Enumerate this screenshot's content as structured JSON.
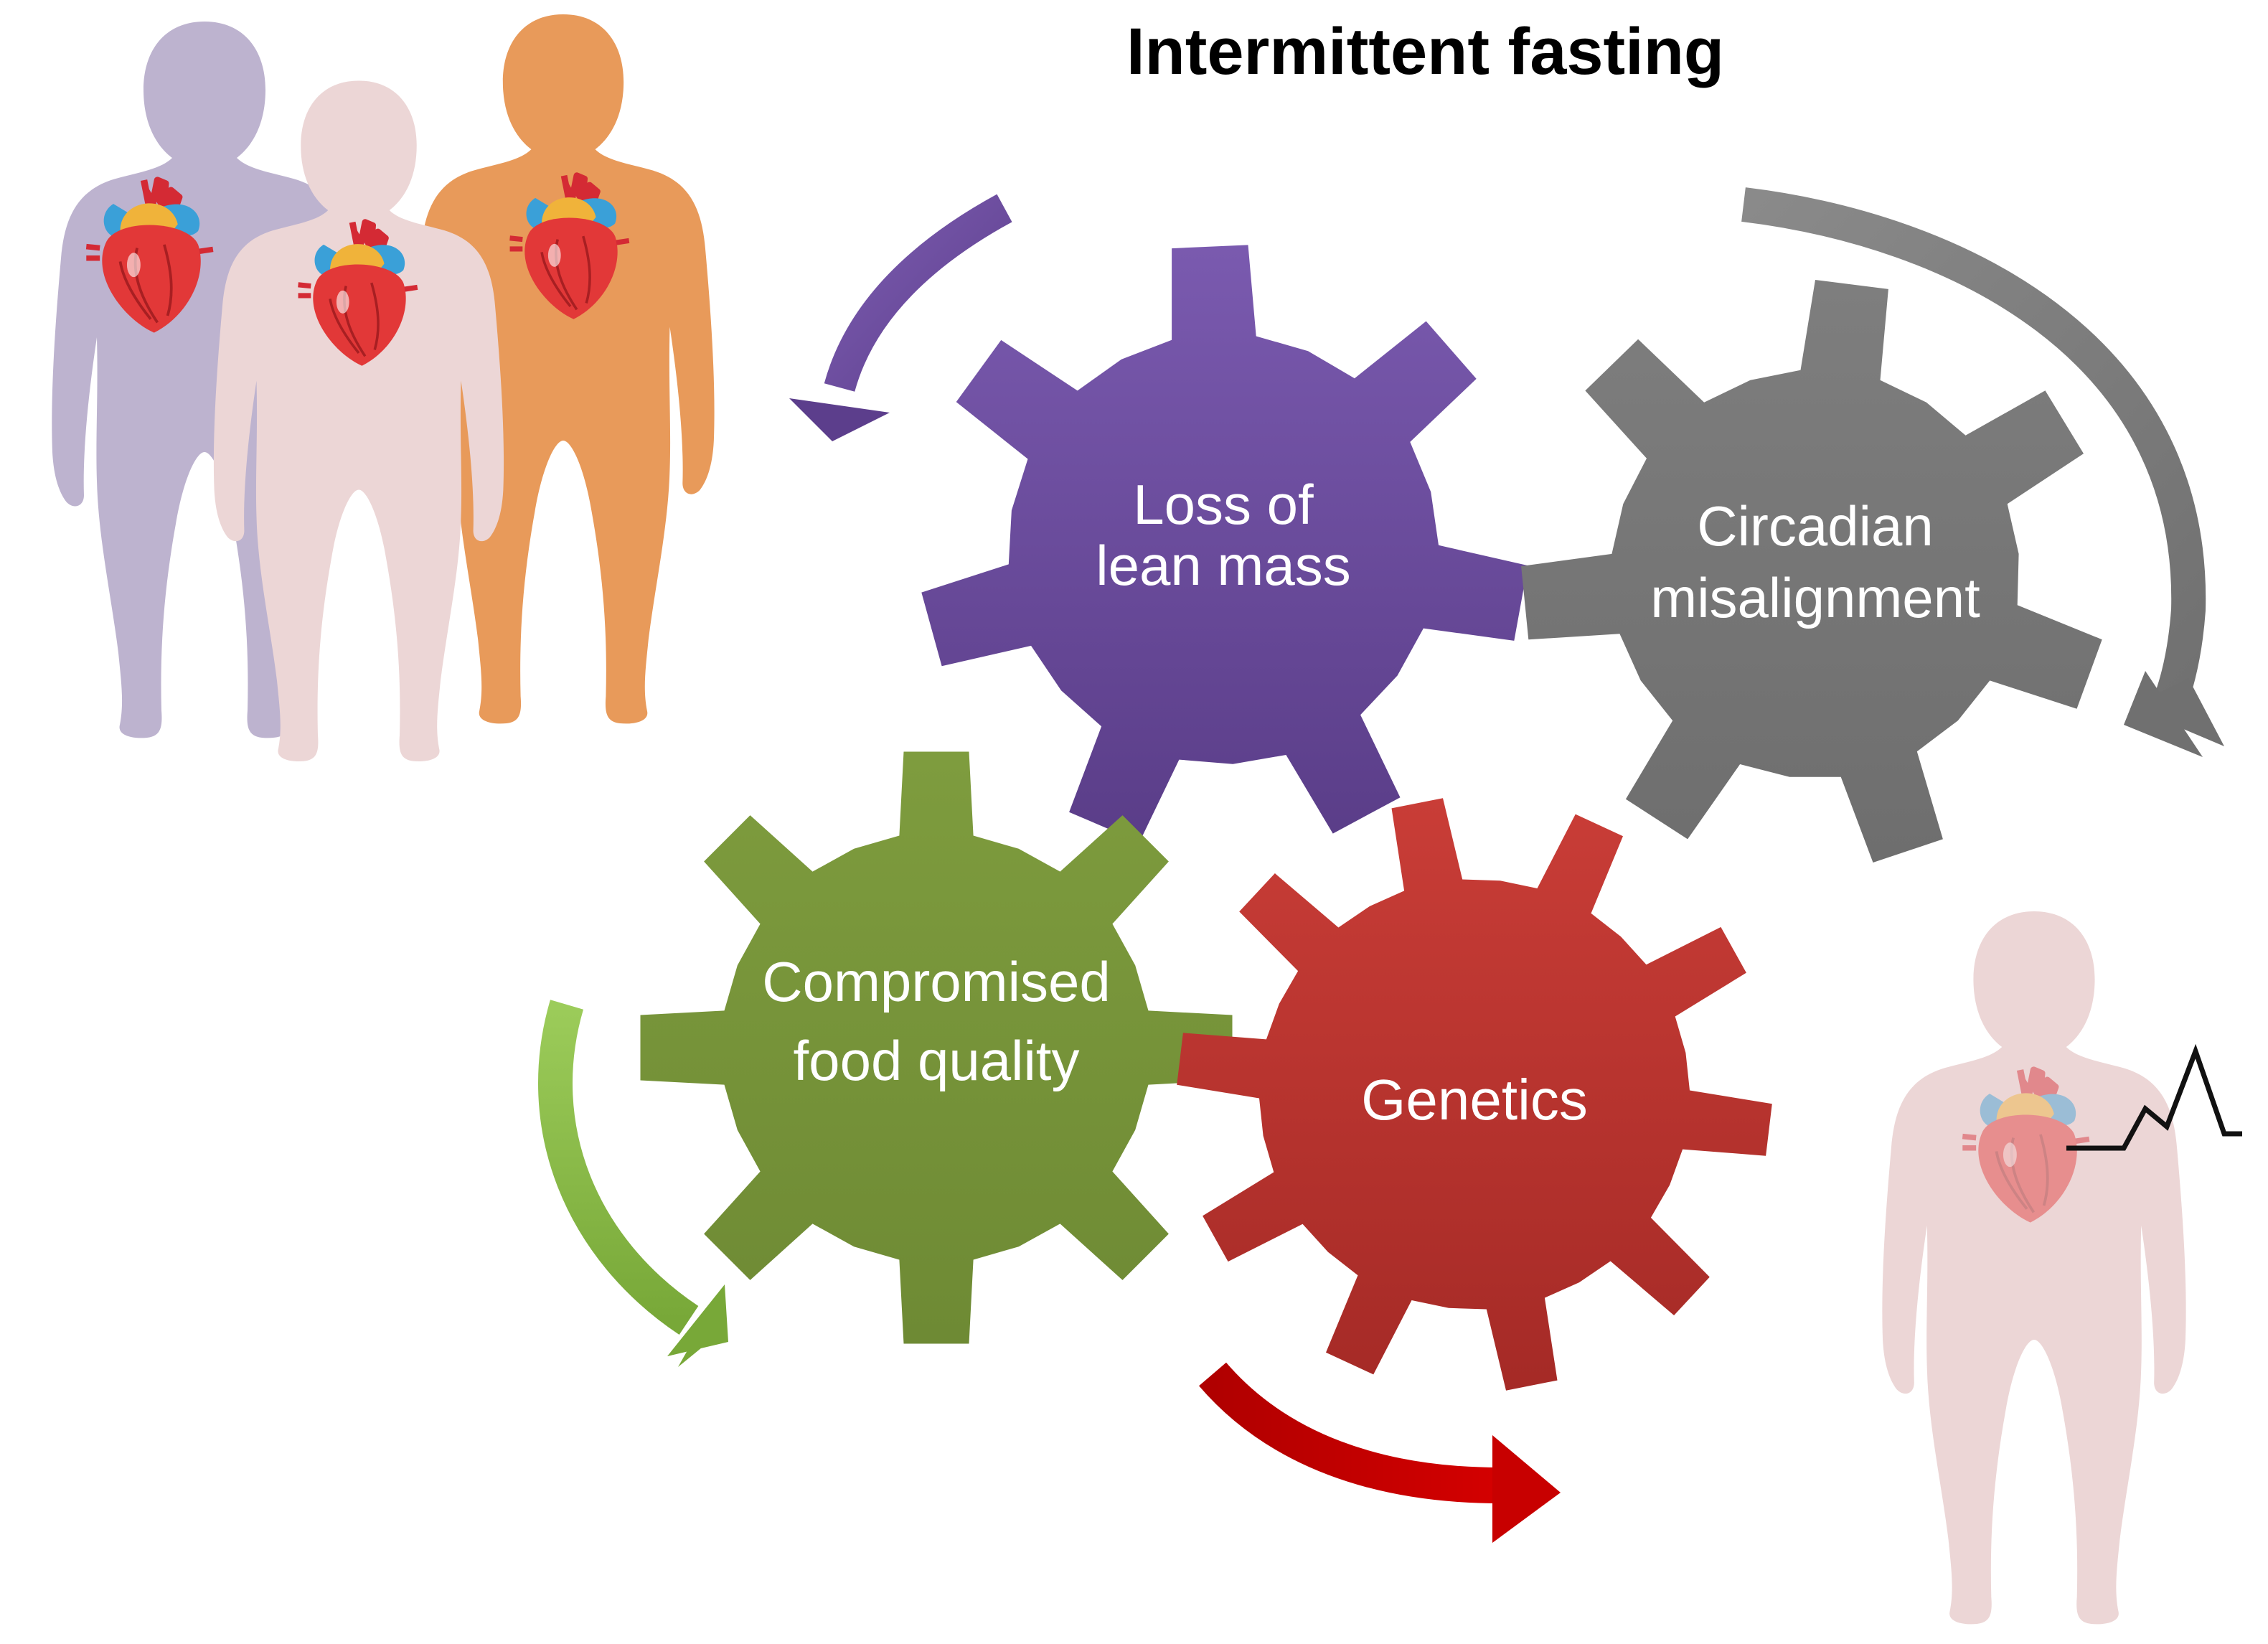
{
  "title": "Intermittent fasting",
  "gears": [
    {
      "name": "lean-mass",
      "lines": [
        "Loss of",
        "lean mass"
      ],
      "color": "#6a4a9c"
    },
    {
      "name": "circadian",
      "lines": [
        "Circadian",
        "misalignment"
      ],
      "color": "#7a7a7a"
    },
    {
      "name": "food-quality",
      "lines": [
        "Compromised",
        "food quality"
      ],
      "color": "#77953a"
    },
    {
      "name": "genetics",
      "lines": [
        "Genetics"
      ],
      "color": "#b8352f"
    }
  ],
  "arrow_colors": {
    "purple": "#6b4c9e",
    "gray": "#808080",
    "green": "#8ab848",
    "red": "#c00000"
  },
  "figure_colors": {
    "lavender": "#bdb3cf",
    "pink": "#ecd6d6",
    "orange": "#e89a5a",
    "single": "#ecd6d6"
  },
  "icons": [
    "heart-icon",
    "ecg-icon"
  ]
}
